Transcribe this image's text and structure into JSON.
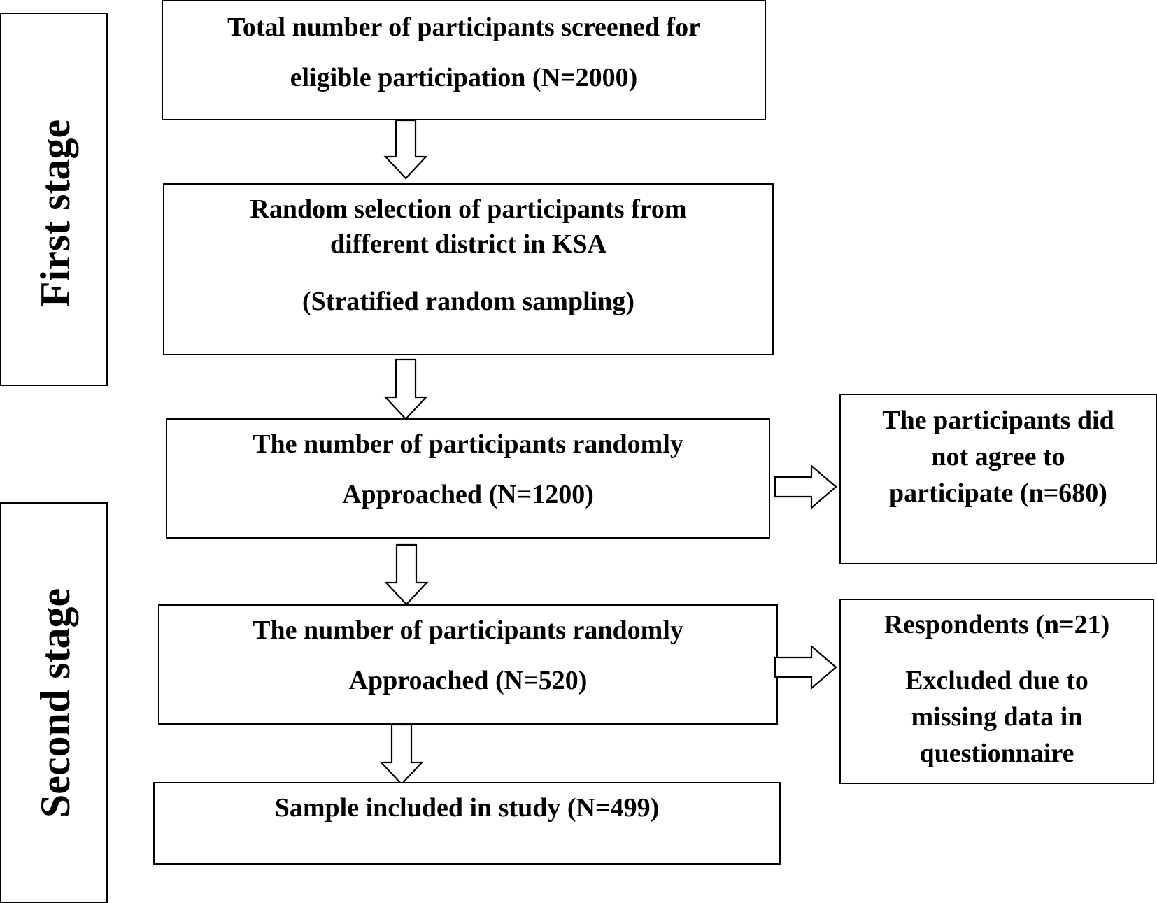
{
  "stages": {
    "first": "First stage",
    "second": "Second stage"
  },
  "boxes": {
    "screened": {
      "line1": "Total number of participants screened for",
      "line2": "eligible participation (N=2000)"
    },
    "random_selection": {
      "line1": "Random selection of participants from",
      "line2": "different district in KSA",
      "line3": "(Stratified random sampling)"
    },
    "approached_1200": {
      "line1": "The number of participants randomly",
      "line2": "Approached (N=1200)"
    },
    "not_agree": {
      "line1": "The participants did",
      "line2": "not agree to",
      "line3": "participate (n=680)"
    },
    "approached_520": {
      "line1": "The number of participants randomly",
      "line2": "Approached (N=520)"
    },
    "excluded": {
      "line1": "Respondents (n=21)",
      "line2": "Excluded due to",
      "line3": "missing data in",
      "line4": "questionnaire"
    },
    "sample": {
      "line1": "Sample included in study (N=499)"
    }
  },
  "colors": {
    "stroke": "#000000",
    "fill": "#ffffff",
    "text": "#000000"
  }
}
